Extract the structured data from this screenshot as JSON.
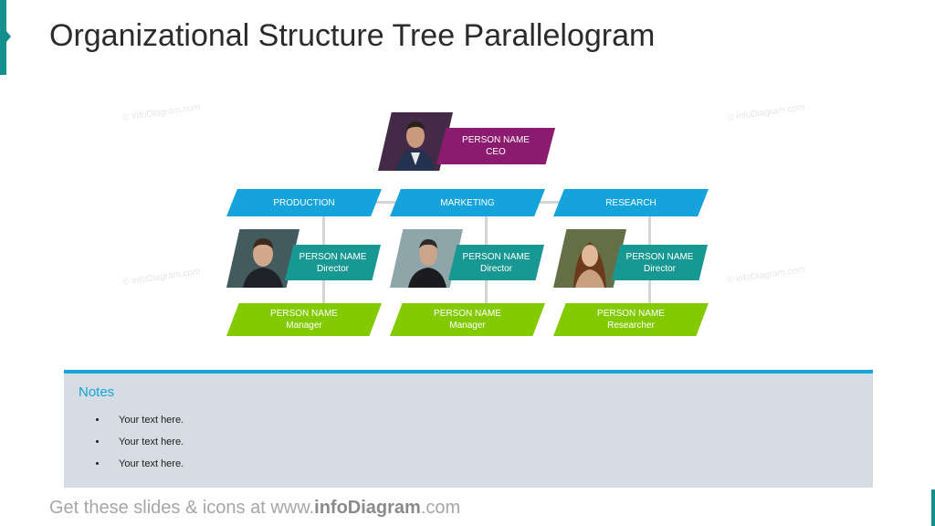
{
  "title": "Organizational Structure Tree Parallelogram",
  "watermark": "© infoDiagram.com",
  "ceo": {
    "name": "PERSON NAME",
    "role": "CEO"
  },
  "departments": [
    {
      "label": "PRODUCTION",
      "director": {
        "name": "PERSON NAME",
        "role": "Director"
      },
      "staff": {
        "name": "PERSON NAME",
        "role": "Manager"
      }
    },
    {
      "label": "MARKETING",
      "director": {
        "name": "PERSON NAME",
        "role": "Director"
      },
      "staff": {
        "name": "PERSON NAME",
        "role": "Manager"
      }
    },
    {
      "label": "RESEARCH",
      "director": {
        "name": "PERSON NAME",
        "role": "Director"
      },
      "staff": {
        "name": "PERSON NAME",
        "role": "Researcher"
      }
    }
  ],
  "notes": {
    "title": "Notes",
    "items": [
      "Your text here.",
      "Your text here.",
      "Your text here."
    ]
  },
  "footer": {
    "prefix": "Get these slides & icons at www.",
    "brand": "infoDiagram",
    "suffix": ".com"
  },
  "colors": {
    "teal": "#189892",
    "blue": "#14a3da",
    "purple": "#8b1b6e",
    "green": "#83cb00",
    "notes_bg": "#d5dce3"
  }
}
